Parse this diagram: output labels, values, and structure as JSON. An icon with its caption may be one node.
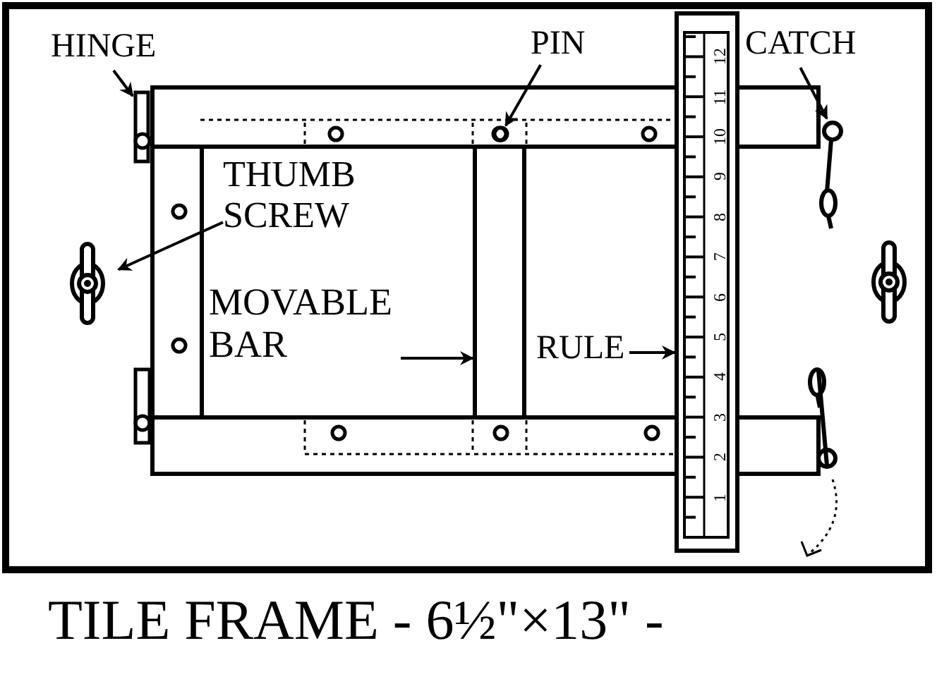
{
  "diagram": {
    "caption": "TILE FRAME - 6½\"×13\" -",
    "nodes": [
      {
        "text": [
          "HINGE"
        ]
      },
      {
        "text": [],
        "shape": "picture"
      },
      {
        "text": [
          "PIN"
        ]
      },
      {
        "text": [],
        "shape": "circle"
      },
      {
        "text": [
          "CATCH"
        ]
      },
      {
        "text": [],
        "shape": "picture"
      },
      {
        "text": [
          "THUMB SCREW"
        ]
      },
      {
        "text": [],
        "shape": "picture"
      },
      {
        "text": [
          "MOVABLE BAR"
        ]
      },
      {
        "text": [],
        "shape": "bar"
      },
      {
        "text": [
          "RULE"
        ]
      },
      {
        "text": [],
        "shape": "bar"
      }
    ],
    "edges": [
      {
        "from": 0,
        "to": 1,
        "arrow": "to"
      },
      {
        "from": 2,
        "to": 3,
        "arrow": "to"
      },
      {
        "from": 4,
        "to": 5,
        "arrow": "to"
      },
      {
        "from": 6,
        "to": 7,
        "arrow": "to"
      },
      {
        "from": 8,
        "to": 9,
        "arrow": "to"
      },
      {
        "from": 10,
        "to": 11,
        "arrow": "to"
      }
    ],
    "labels": [
      "12",
      "11",
      "10",
      "9",
      "8",
      "7",
      "6",
      "5",
      "4",
      "3",
      "2",
      "1"
    ]
  }
}
